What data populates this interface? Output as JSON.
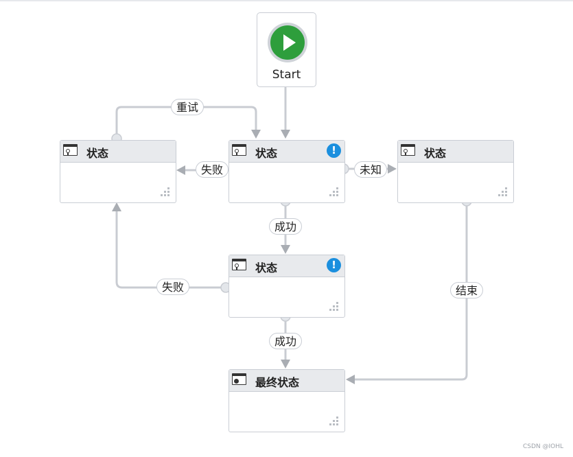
{
  "start": {
    "label": "Start"
  },
  "states": {
    "retry_target": {
      "title": "状态"
    },
    "main": {
      "title": "状态"
    },
    "unknown_target": {
      "title": "状态"
    },
    "second": {
      "title": "状态"
    },
    "final": {
      "title": "最终状态"
    }
  },
  "transitions": {
    "retry": "重试",
    "fail_1": "失败",
    "unknown": "未知",
    "success_1": "成功",
    "fail_2": "失败",
    "success_2": "成功",
    "end": "结束"
  },
  "warning_symbol": "!",
  "watermark": "CSDN @IOHL",
  "colors": {
    "connector": "#c9ccd2",
    "arrow": "#a9adb3",
    "start_green": "#2e9e3c",
    "warning_blue": "#1b8fde",
    "header_bg": "#e8eaed"
  },
  "icons": [
    "play-icon",
    "state-icon",
    "final-state-icon",
    "warning-icon",
    "resize-grip-icon"
  ]
}
